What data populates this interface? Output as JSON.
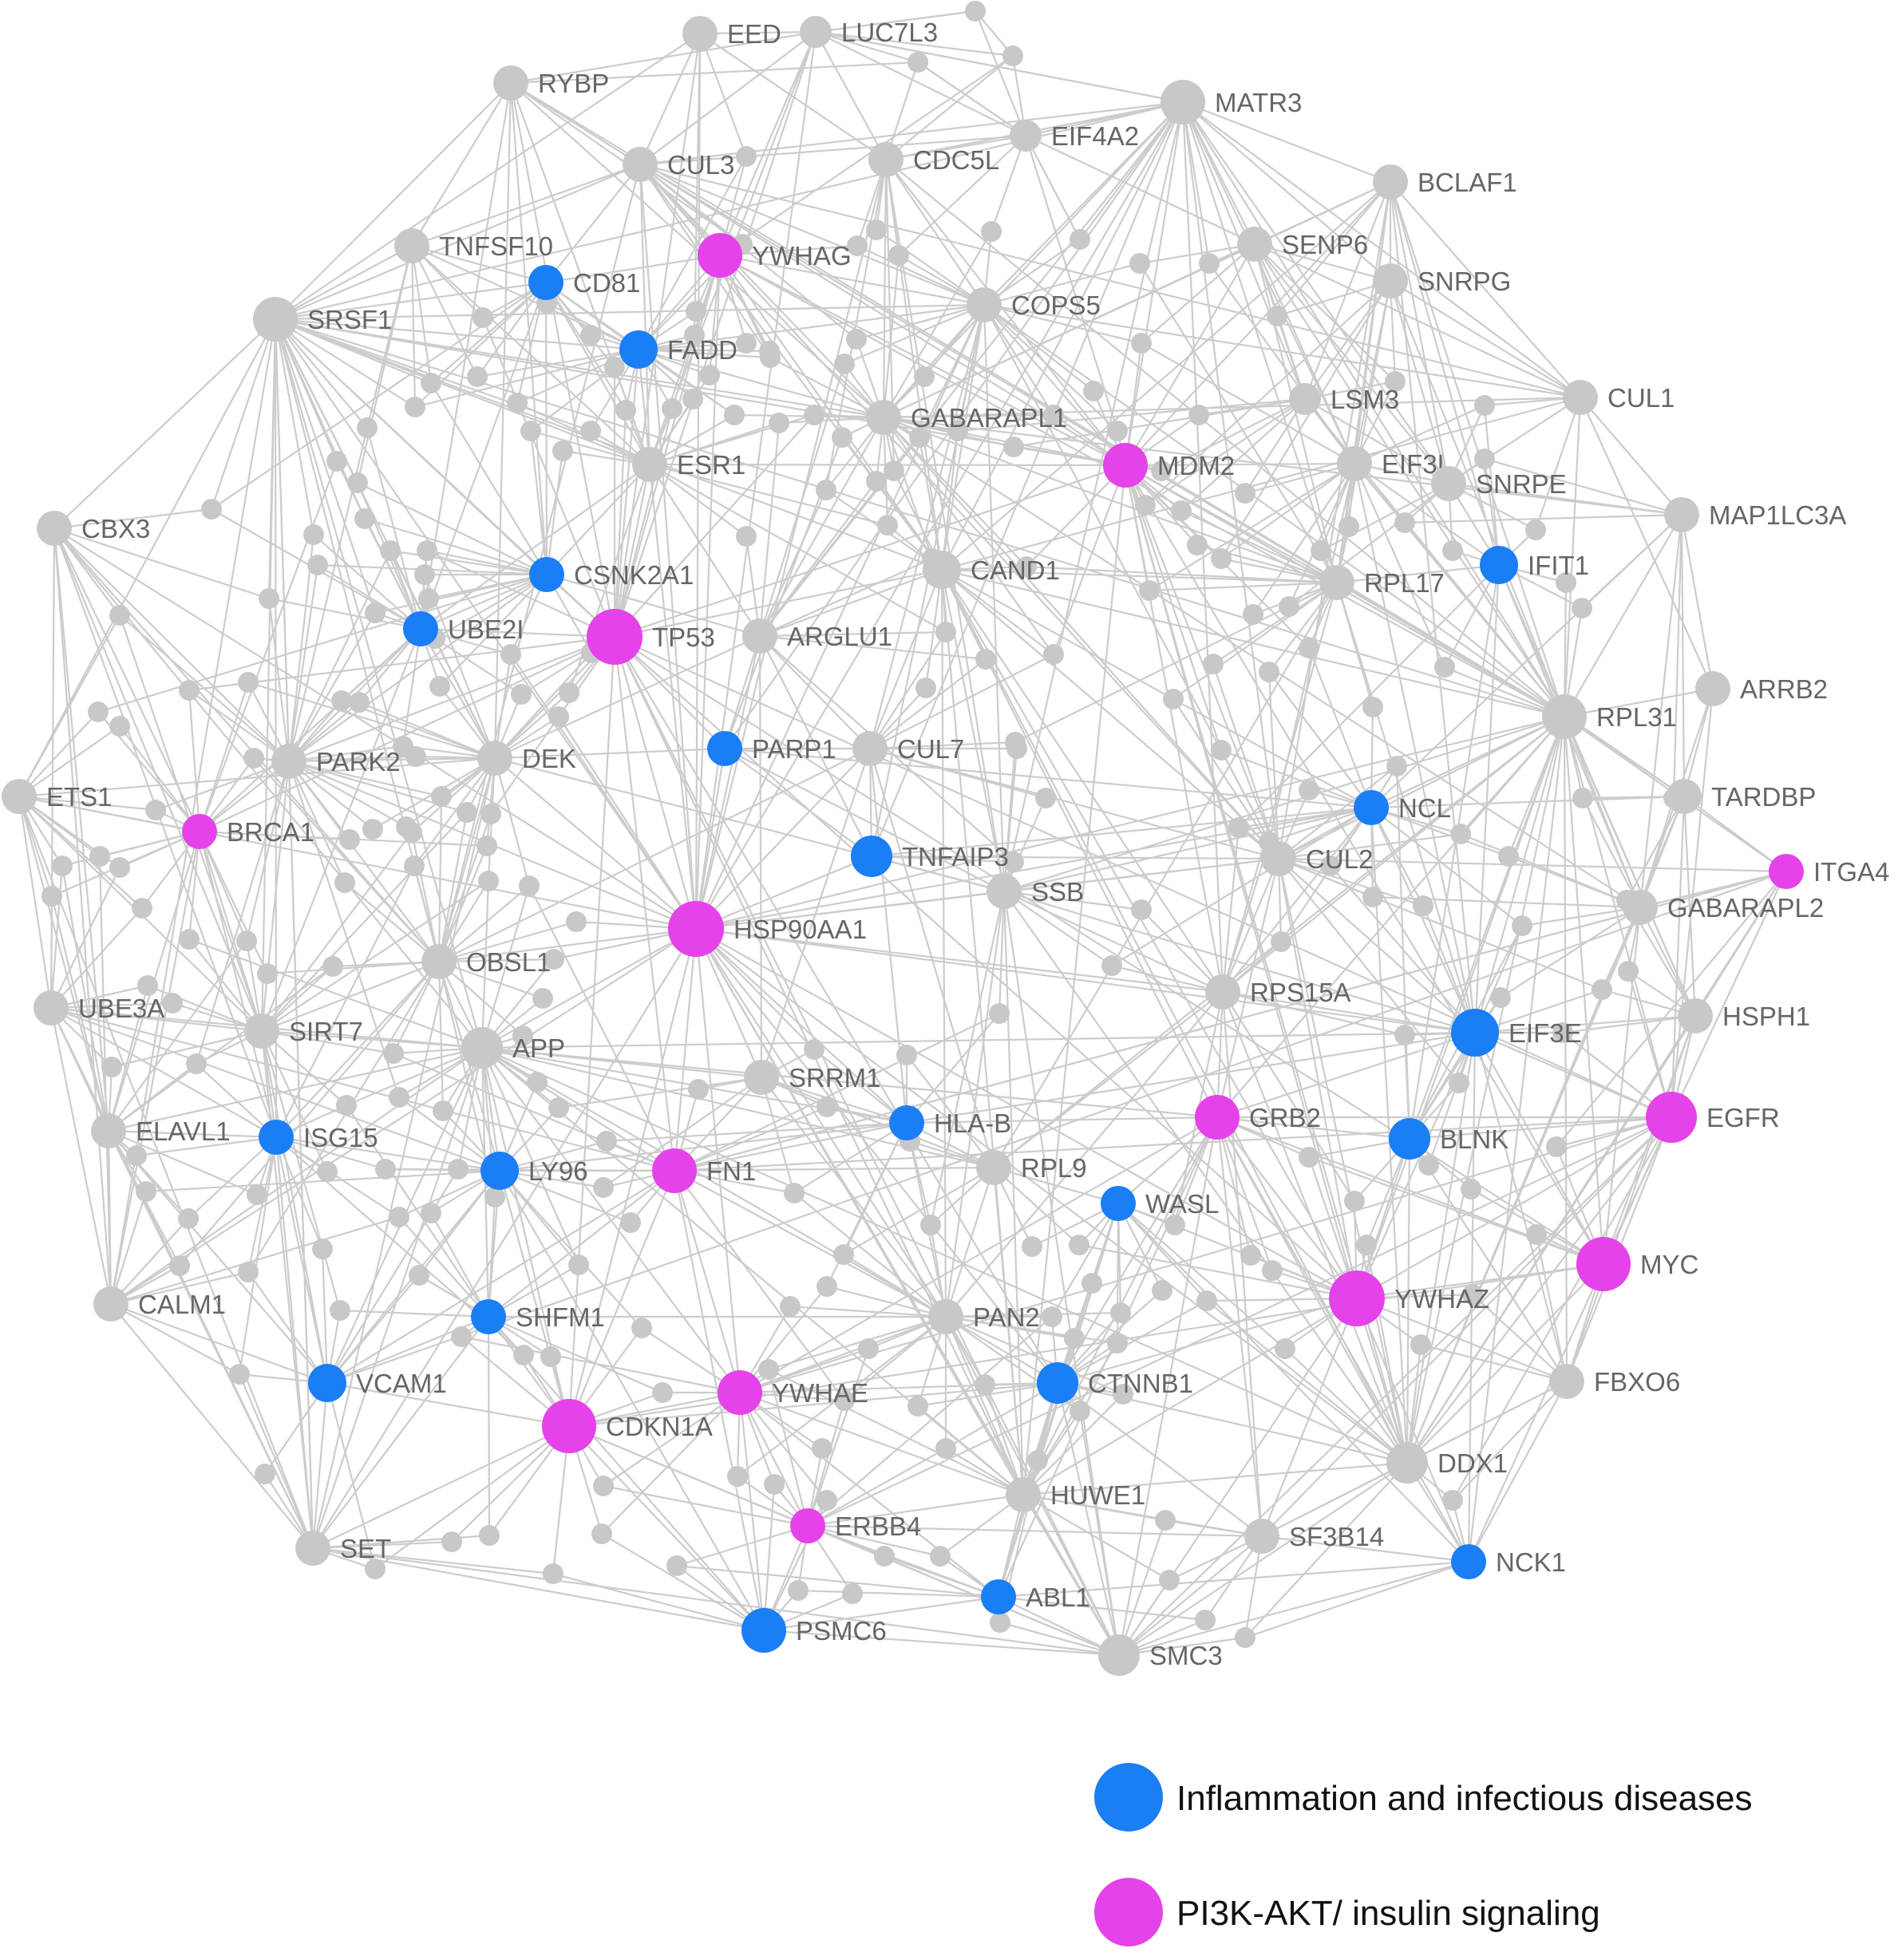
{
  "colors": {
    "gene": "#c8c8c8",
    "inflammation": "#1a7ef5",
    "pi3k": "#e542ea",
    "edge": "#cccccc"
  },
  "legend": [
    {
      "label": "Inflammation and infectious diseases",
      "category": "inflammation"
    },
    {
      "label": "PI3K-AKT/ insulin signaling",
      "category": "pi3k"
    }
  ],
  "nodes": [
    {
      "id": "EED",
      "label": "EED",
      "category": "gene"
    },
    {
      "id": "LUC7L3",
      "label": "LUC7L3",
      "category": "gene"
    },
    {
      "id": "RYBP",
      "label": "RYBP",
      "category": "gene"
    },
    {
      "id": "MATR3",
      "label": "MATR3",
      "category": "gene"
    },
    {
      "id": "EIF4A2",
      "label": "EIF4A2",
      "category": "gene"
    },
    {
      "id": "CUL3",
      "label": "CUL3",
      "category": "gene"
    },
    {
      "id": "CDC5L",
      "label": "CDC5L",
      "category": "gene"
    },
    {
      "id": "BCLAF1",
      "label": "BCLAF1",
      "category": "gene"
    },
    {
      "id": "TNFSF10",
      "label": "TNFSF10",
      "category": "gene"
    },
    {
      "id": "YWHAG",
      "label": "YWHAG",
      "category": "pi3k"
    },
    {
      "id": "SENP6",
      "label": "SENP6",
      "category": "gene"
    },
    {
      "id": "CD81",
      "label": "CD81",
      "category": "inflammation"
    },
    {
      "id": "SNRPG",
      "label": "SNRPG",
      "category": "gene"
    },
    {
      "id": "SRSF1",
      "label": "SRSF1",
      "category": "gene"
    },
    {
      "id": "COPS5",
      "label": "COPS5",
      "category": "gene"
    },
    {
      "id": "FADD",
      "label": "FADD",
      "category": "inflammation"
    },
    {
      "id": "LSM3",
      "label": "LSM3",
      "category": "gene"
    },
    {
      "id": "CUL1",
      "label": "CUL1",
      "category": "gene"
    },
    {
      "id": "GABARAPL1",
      "label": "GABARAPL1",
      "category": "gene"
    },
    {
      "id": "MDM2",
      "label": "MDM2",
      "category": "pi3k"
    },
    {
      "id": "ESR1",
      "label": "ESR1",
      "category": "gene"
    },
    {
      "id": "EIF3L",
      "label": "EIF3L",
      "category": "gene"
    },
    {
      "id": "SNRPE",
      "label": "SNRPE",
      "category": "gene"
    },
    {
      "id": "MAP1LC3A",
      "label": "MAP1LC3A",
      "category": "gene"
    },
    {
      "id": "CBX3",
      "label": "CBX3",
      "category": "gene"
    },
    {
      "id": "CSNK2A1",
      "label": "CSNK2A1",
      "category": "inflammation"
    },
    {
      "id": "CAND1",
      "label": "CAND1",
      "category": "gene"
    },
    {
      "id": "IFIT1",
      "label": "IFIT1",
      "category": "inflammation"
    },
    {
      "id": "RPL17",
      "label": "RPL17",
      "category": "gene"
    },
    {
      "id": "UBE2I",
      "label": "UBE2I",
      "category": "inflammation"
    },
    {
      "id": "TP53",
      "label": "TP53",
      "category": "pi3k"
    },
    {
      "id": "ARGLU1",
      "label": "ARGLU1",
      "category": "gene"
    },
    {
      "id": "ARRB2",
      "label": "ARRB2",
      "category": "gene"
    },
    {
      "id": "RPL31",
      "label": "RPL31",
      "category": "gene"
    },
    {
      "id": "PARP1",
      "label": "PARP1",
      "category": "inflammation"
    },
    {
      "id": "CUL7",
      "label": "CUL7",
      "category": "gene"
    },
    {
      "id": "PARK2",
      "label": "PARK2",
      "category": "gene"
    },
    {
      "id": "DEK",
      "label": "DEK",
      "category": "gene"
    },
    {
      "id": "ETS1",
      "label": "ETS1",
      "category": "gene"
    },
    {
      "id": "TARDBP",
      "label": "TARDBP",
      "category": "gene"
    },
    {
      "id": "NCL",
      "label": "NCL",
      "category": "inflammation"
    },
    {
      "id": "BRCA1",
      "label": "BRCA1",
      "category": "pi3k"
    },
    {
      "id": "ITGA4",
      "label": "ITGA4",
      "category": "pi3k"
    },
    {
      "id": "TNFAIP3",
      "label": "TNFAIP3",
      "category": "inflammation"
    },
    {
      "id": "CUL2",
      "label": "CUL2",
      "category": "gene"
    },
    {
      "id": "SSB",
      "label": "SSB",
      "category": "gene"
    },
    {
      "id": "GABARAPL2",
      "label": "GABARAPL2",
      "category": "gene"
    },
    {
      "id": "HSP90AA1",
      "label": "HSP90AA1",
      "category": "pi3k"
    },
    {
      "id": "OBSL1",
      "label": "OBSL1",
      "category": "gene"
    },
    {
      "id": "RPS15A",
      "label": "RPS15A",
      "category": "gene"
    },
    {
      "id": "UBE3A",
      "label": "UBE3A",
      "category": "gene"
    },
    {
      "id": "HSPH1",
      "label": "HSPH1",
      "category": "gene"
    },
    {
      "id": "SIRT7",
      "label": "SIRT7",
      "category": "gene"
    },
    {
      "id": "EIF3E",
      "label": "EIF3E",
      "category": "inflammation"
    },
    {
      "id": "APP",
      "label": "APP",
      "category": "gene"
    },
    {
      "id": "SRRM1",
      "label": "SRRM1",
      "category": "gene"
    },
    {
      "id": "EGFR",
      "label": "EGFR",
      "category": "pi3k"
    },
    {
      "id": "GRB2",
      "label": "GRB2",
      "category": "pi3k"
    },
    {
      "id": "HLA-B",
      "label": "HLA-B",
      "category": "inflammation"
    },
    {
      "id": "ELAVL1",
      "label": "ELAVL1",
      "category": "gene"
    },
    {
      "id": "BLNK",
      "label": "BLNK",
      "category": "inflammation"
    },
    {
      "id": "ISG15",
      "label": "ISG15",
      "category": "inflammation"
    },
    {
      "id": "LY96",
      "label": "LY96",
      "category": "inflammation"
    },
    {
      "id": "FN1",
      "label": "FN1",
      "category": "pi3k"
    },
    {
      "id": "RPL9",
      "label": "RPL9",
      "category": "gene"
    },
    {
      "id": "WASL",
      "label": "WASL",
      "category": "inflammation"
    },
    {
      "id": "MYC",
      "label": "MYC",
      "category": "pi3k"
    },
    {
      "id": "CALM1",
      "label": "CALM1",
      "category": "gene"
    },
    {
      "id": "YWHAZ",
      "label": "YWHAZ",
      "category": "pi3k"
    },
    {
      "id": "PAN2",
      "label": "PAN2",
      "category": "gene"
    },
    {
      "id": "SHFM1",
      "label": "SHFM1",
      "category": "inflammation"
    },
    {
      "id": "VCAM1",
      "label": "VCAM1",
      "category": "inflammation"
    },
    {
      "id": "FBXO6",
      "label": "FBXO6",
      "category": "gene"
    },
    {
      "id": "CTNNB1",
      "label": "CTNNB1",
      "category": "inflammation"
    },
    {
      "id": "YWHAE",
      "label": "YWHAE",
      "category": "pi3k"
    },
    {
      "id": "CDKN1A",
      "label": "CDKN1A",
      "category": "pi3k"
    },
    {
      "id": "DDX1",
      "label": "DDX1",
      "category": "gene"
    },
    {
      "id": "HUWE1",
      "label": "HUWE1",
      "category": "gene"
    },
    {
      "id": "ERBB4",
      "label": "ERBB4",
      "category": "pi3k"
    },
    {
      "id": "SF3B14",
      "label": "SF3B14",
      "category": "gene"
    },
    {
      "id": "SET",
      "label": "SET",
      "category": "gene"
    },
    {
      "id": "NCK1",
      "label": "NCK1",
      "category": "inflammation"
    },
    {
      "id": "ABL1",
      "label": "ABL1",
      "category": "inflammation"
    },
    {
      "id": "PSMC6",
      "label": "PSMC6",
      "category": "inflammation"
    },
    {
      "id": "SMC3",
      "label": "SMC3",
      "category": "gene"
    }
  ]
}
